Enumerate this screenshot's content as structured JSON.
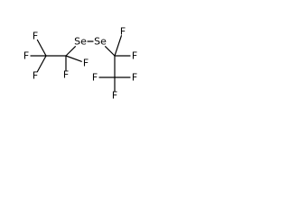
{
  "structure": {
    "atoms": [
      {
        "id": "Se1",
        "label": "Se",
        "color": "#000000"
      },
      {
        "id": "Se2",
        "label": "Se",
        "color": "#000000"
      },
      {
        "id": "C1",
        "label": "",
        "color": "#000000"
      },
      {
        "id": "C2",
        "label": "",
        "color": "#000000"
      },
      {
        "id": "C3",
        "label": "",
        "color": "#000000"
      },
      {
        "id": "C4",
        "label": "",
        "color": "#000000"
      },
      {
        "id": "F1",
        "label": "F",
        "color": "#000000"
      },
      {
        "id": "F2",
        "label": "F",
        "color": "#000000"
      },
      {
        "id": "F3",
        "label": "F",
        "color": "#000000"
      },
      {
        "id": "F4",
        "label": "F",
        "color": "#000000"
      },
      {
        "id": "F5",
        "label": "F",
        "color": "#000000"
      },
      {
        "id": "F6",
        "label": "F",
        "color": "#000000"
      },
      {
        "id": "F7",
        "label": "F",
        "color": "#000000"
      },
      {
        "id": "F8",
        "label": "F",
        "color": "#000000"
      },
      {
        "id": "F9",
        "label": "F",
        "color": "#000000"
      },
      {
        "id": "F10",
        "label": "F",
        "color": "#000000"
      }
    ],
    "bonds": [
      [
        "Se1",
        "Se2"
      ],
      [
        "Se1",
        "C1"
      ],
      [
        "C1",
        "C2"
      ],
      [
        "C1",
        "F4"
      ],
      [
        "C1",
        "F5"
      ],
      [
        "C2",
        "F1"
      ],
      [
        "C2",
        "F2"
      ],
      [
        "C2",
        "F3"
      ],
      [
        "Se2",
        "C3"
      ],
      [
        "C3",
        "C4"
      ],
      [
        "C3",
        "F6"
      ],
      [
        "C3",
        "F7"
      ],
      [
        "C4",
        "F8"
      ],
      [
        "C4",
        "F9"
      ],
      [
        "C4",
        "F10"
      ]
    ]
  }
}
